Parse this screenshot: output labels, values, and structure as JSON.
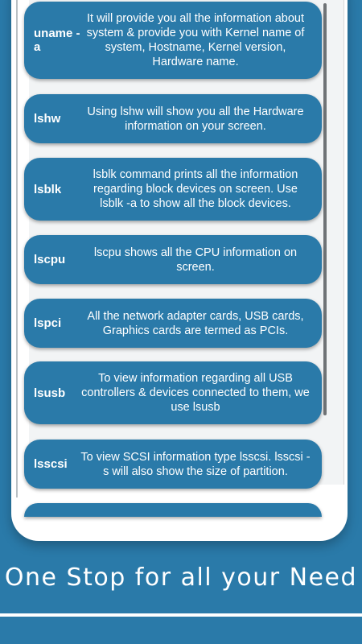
{
  "tagline": "One Stop for all your Need",
  "commands": [
    {
      "name": "uname -a",
      "description": "It will provide you all the information about system & provide you with Kernel name of system, Hostname, Kernel version, Hardware name."
    },
    {
      "name": "lshw",
      "description": "Using lshw will show you all the Hardware information on your screen."
    },
    {
      "name": "lsblk",
      "description": "lsblk command prints all the information regarding block devices on screen. Use lsblk -a to show all the block devices."
    },
    {
      "name": "lscpu",
      "description": "lscpu shows all the CPU information on screen."
    },
    {
      "name": "lspci",
      "description": "All the network adapter cards, USB cards, Graphics cards are termed as PCIs."
    },
    {
      "name": "lsusb",
      "description": "To view information regarding all USB controllers & devices connected to them, we use lsusb"
    },
    {
      "name": "lsscsi",
      "description": "To view SCSI information type lsscsi. lsscsi -s will also show the size of partition."
    },
    {
      "name": "",
      "description": ""
    }
  ],
  "colors": {
    "accent": "#2a7aa9",
    "card_text": "#ffffff",
    "screen_bg": "#f2f4f5"
  }
}
